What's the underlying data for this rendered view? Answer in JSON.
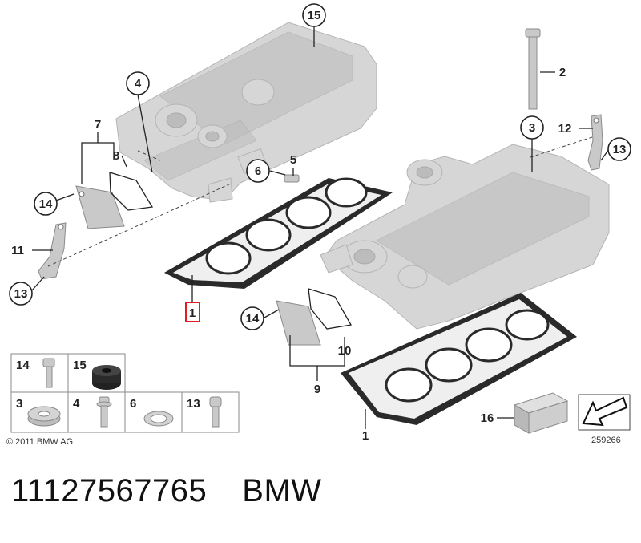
{
  "callouts": {
    "c15_top": "15",
    "c4": "4",
    "c7": "7",
    "c8": "8",
    "c5": "5",
    "c6": "6",
    "c14_left": "14",
    "c11": "11",
    "c13_left": "13",
    "c1_highlight": "1",
    "c2": "2",
    "c3": "3",
    "c12": "12",
    "c13_right": "13",
    "c14_mid": "14",
    "c10": "10",
    "c9": "9",
    "c16": "16",
    "c1_bottom": "1"
  },
  "parts_table": {
    "top_row": [
      "14",
      "15"
    ],
    "bottom_row": [
      "3",
      "4",
      "6",
      "13"
    ]
  },
  "copyright": "© 2011 BMW AG",
  "diagram_number": "259266",
  "part_number": "11127567765",
  "brand": "BMW",
  "colors": {
    "highlight": "#e02020",
    "line": "#222222",
    "part_gray": "#d6d6d6"
  },
  "icons": [
    "arrow-box-icon"
  ]
}
